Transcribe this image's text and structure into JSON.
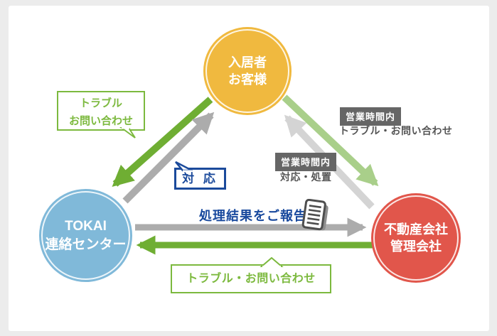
{
  "colors": {
    "arrow-green": "#6FAE33",
    "arrow-light-green": "#A9CF8A",
    "arrow-gray": "#ACACAC",
    "arrow-light-gray": "#D4D4D4",
    "bubble-green": "#7CB93E",
    "bubble-navy": "#1B4A9B",
    "node-yellow": "#F0B93F",
    "node-blue": "#80B9D9",
    "node-red": "#E1564B",
    "badge-gray": "#666666",
    "text-dark": "#555555",
    "report-blue": "#1A4A9E",
    "frame-gray": "#ECECEC",
    "icon-gray": "#4E4E4E"
  },
  "nodes": {
    "resident": {
      "line1": "入居者",
      "line2": "お客様"
    },
    "tokai": {
      "line1": "TOKAI",
      "line2": "連絡センター"
    },
    "realestate": {
      "line1": "不動産会社",
      "line2": "管理会社"
    }
  },
  "labels": {
    "trouble_inquiry_left": {
      "line1": "トラブル",
      "line2": "お問い合わせ"
    },
    "response_bubble": "対 応",
    "business_hours_badge1": "営業時間内",
    "business_hours_trouble": "トラブル・お問い合わせ",
    "business_hours_badge2": "営業時間内",
    "business_hours_response": "対応・処置",
    "report_result": "処理結果をご報告",
    "trouble_inquiry_bottom": "トラブル・お問い合わせ"
  },
  "icons": {
    "report_icon": "document-icon"
  },
  "flows": [
    {
      "from": "resident",
      "to": "tokai",
      "label": "トラブル お問い合わせ",
      "style": "green"
    },
    {
      "from": "tokai",
      "to": "resident",
      "label": "対応",
      "style": "gray"
    },
    {
      "from": "resident",
      "to": "realestate",
      "label": "営業時間内 トラブル・お問い合わせ",
      "style": "light-green"
    },
    {
      "from": "realestate",
      "to": "resident",
      "label": "営業時間内 対応・処置",
      "style": "light-gray"
    },
    {
      "from": "tokai",
      "to": "realestate",
      "label": "処理結果をご報告",
      "style": "gray"
    },
    {
      "from": "realestate",
      "to": "tokai",
      "label": "トラブル・お問い合わせ",
      "style": "green"
    }
  ]
}
